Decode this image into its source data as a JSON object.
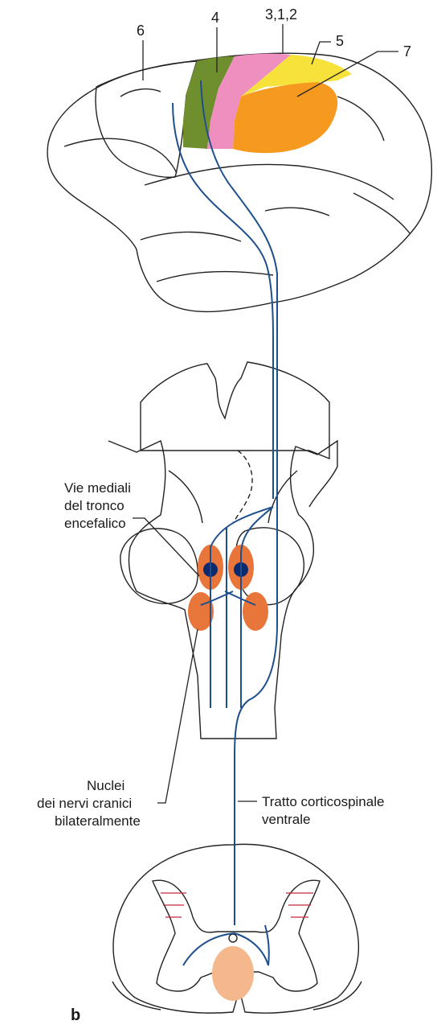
{
  "colors": {
    "tissue": "#f6d9a6",
    "area_6": "#b9dcf0",
    "area_4": "#6f8f2e",
    "area_312": "#ef8fc0",
    "area_5": "#f7e23c",
    "area_7": "#f59a1e",
    "tract": "#1d4f8c",
    "nucleus_fill": "#e8753a",
    "nucleus_core": "#0d2a6e",
    "gray_matter": "#cfe0ee",
    "red_lines": "#c8283a"
  },
  "brain_areas": {
    "area_6": "6",
    "area_4": "4",
    "area_312": "3,1,2",
    "area_5": "5",
    "area_7": "7"
  },
  "labels": {
    "medial_pathways": [
      "Vie mediali",
      "del tronco",
      "encefalico"
    ],
    "cranial_nuclei": [
      "Nuclei",
      "dei nervi cranici",
      "bilateralmente"
    ],
    "ventral_tract": [
      "Tratto corticospinale",
      "ventrale"
    ],
    "panel": "b"
  }
}
